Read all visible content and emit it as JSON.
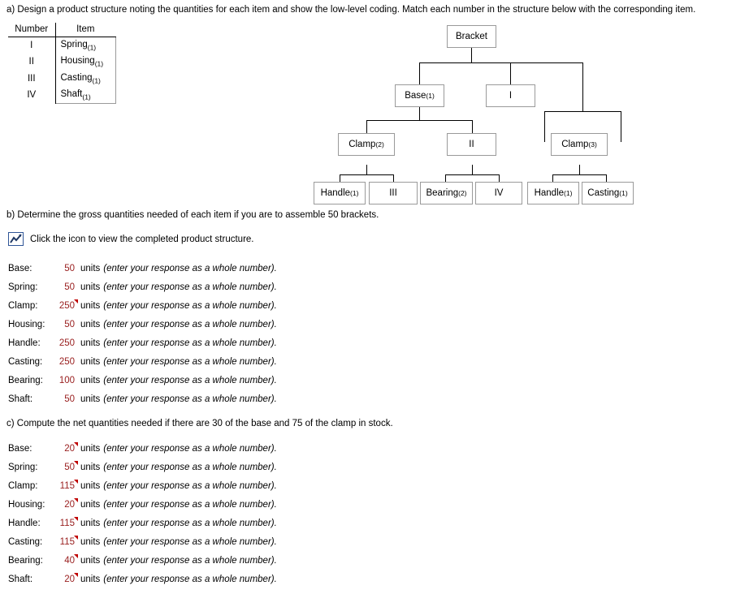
{
  "parts": {
    "a": "a) Design a product structure noting the quantities for each item and show the low-level coding. Match each number in the structure below with the corresponding item.",
    "b": "b) Determine the gross quantities needed of each item if you are to assemble 50 brackets.",
    "c": "c) Compute the net quantities needed if there are 30 of the base and 75 of the clamp in stock."
  },
  "table": {
    "headers": [
      "Number",
      "Item"
    ],
    "rows": [
      {
        "number": "I",
        "item": "Spring",
        "qty": "(1)"
      },
      {
        "number": "II",
        "item": "Housing",
        "qty": "(1)"
      },
      {
        "number": "III",
        "item": "Casting",
        "qty": "(1)"
      },
      {
        "number": "IV",
        "item": "Shaft",
        "qty": "(1)"
      }
    ]
  },
  "tree": {
    "nodes": [
      {
        "id": "bracket",
        "label": "Bracket",
        "qty": ""
      },
      {
        "id": "base",
        "label": "Base",
        "qty": "(1)"
      },
      {
        "id": "romanI",
        "label": "I",
        "qty": ""
      },
      {
        "id": "clamp2",
        "label": "Clamp",
        "qty": "(2)"
      },
      {
        "id": "romanII",
        "label": "II",
        "qty": ""
      },
      {
        "id": "clamp3",
        "label": "Clamp",
        "qty": "(3)"
      },
      {
        "id": "handle1a",
        "label": "Handle",
        "qty": "(1)"
      },
      {
        "id": "romanIII",
        "label": "III",
        "qty": ""
      },
      {
        "id": "bearing2",
        "label": "Bearing",
        "qty": "(2)"
      },
      {
        "id": "romanIV",
        "label": "IV",
        "qty": ""
      },
      {
        "id": "handle1b",
        "label": "Handle",
        "qty": "(1)"
      },
      {
        "id": "casting1",
        "label": "Casting",
        "qty": "(1)"
      }
    ]
  },
  "icon_row": {
    "icon": "line-chart-icon",
    "caption": "Click the icon to view the completed product structure."
  },
  "answers": {
    "units_word": "units",
    "note": "(enter your response as a whole number).",
    "gross": [
      {
        "label": "Base:",
        "value": "50",
        "flagged": false
      },
      {
        "label": "Spring:",
        "value": "50",
        "flagged": false
      },
      {
        "label": "Clamp:",
        "value": "250",
        "flagged": true
      },
      {
        "label": "Housing:",
        "value": "50",
        "flagged": false
      },
      {
        "label": "Handle:",
        "value": "250",
        "flagged": false
      },
      {
        "label": "Casting:",
        "value": "250",
        "flagged": false
      },
      {
        "label": "Bearing:",
        "value": "100",
        "flagged": false
      },
      {
        "label": "Shaft:",
        "value": "50",
        "flagged": false
      }
    ],
    "net": [
      {
        "label": "Base:",
        "value": "20",
        "flagged": true
      },
      {
        "label": "Spring:",
        "value": "50",
        "flagged": true
      },
      {
        "label": "Clamp:",
        "value": "115",
        "flagged": true
      },
      {
        "label": "Housing:",
        "value": "20",
        "flagged": true
      },
      {
        "label": "Handle:",
        "value": "115",
        "flagged": true
      },
      {
        "label": "Casting:",
        "value": "115",
        "flagged": true
      },
      {
        "label": "Bearing:",
        "value": "40",
        "flagged": true
      },
      {
        "label": "Shaft:",
        "value": "20",
        "flagged": true
      }
    ]
  },
  "colors": {
    "answer_text": "#9a2020",
    "flag": "#c00000",
    "icon_border": "#2f5597",
    "node_border": "#9a9a9a"
  }
}
